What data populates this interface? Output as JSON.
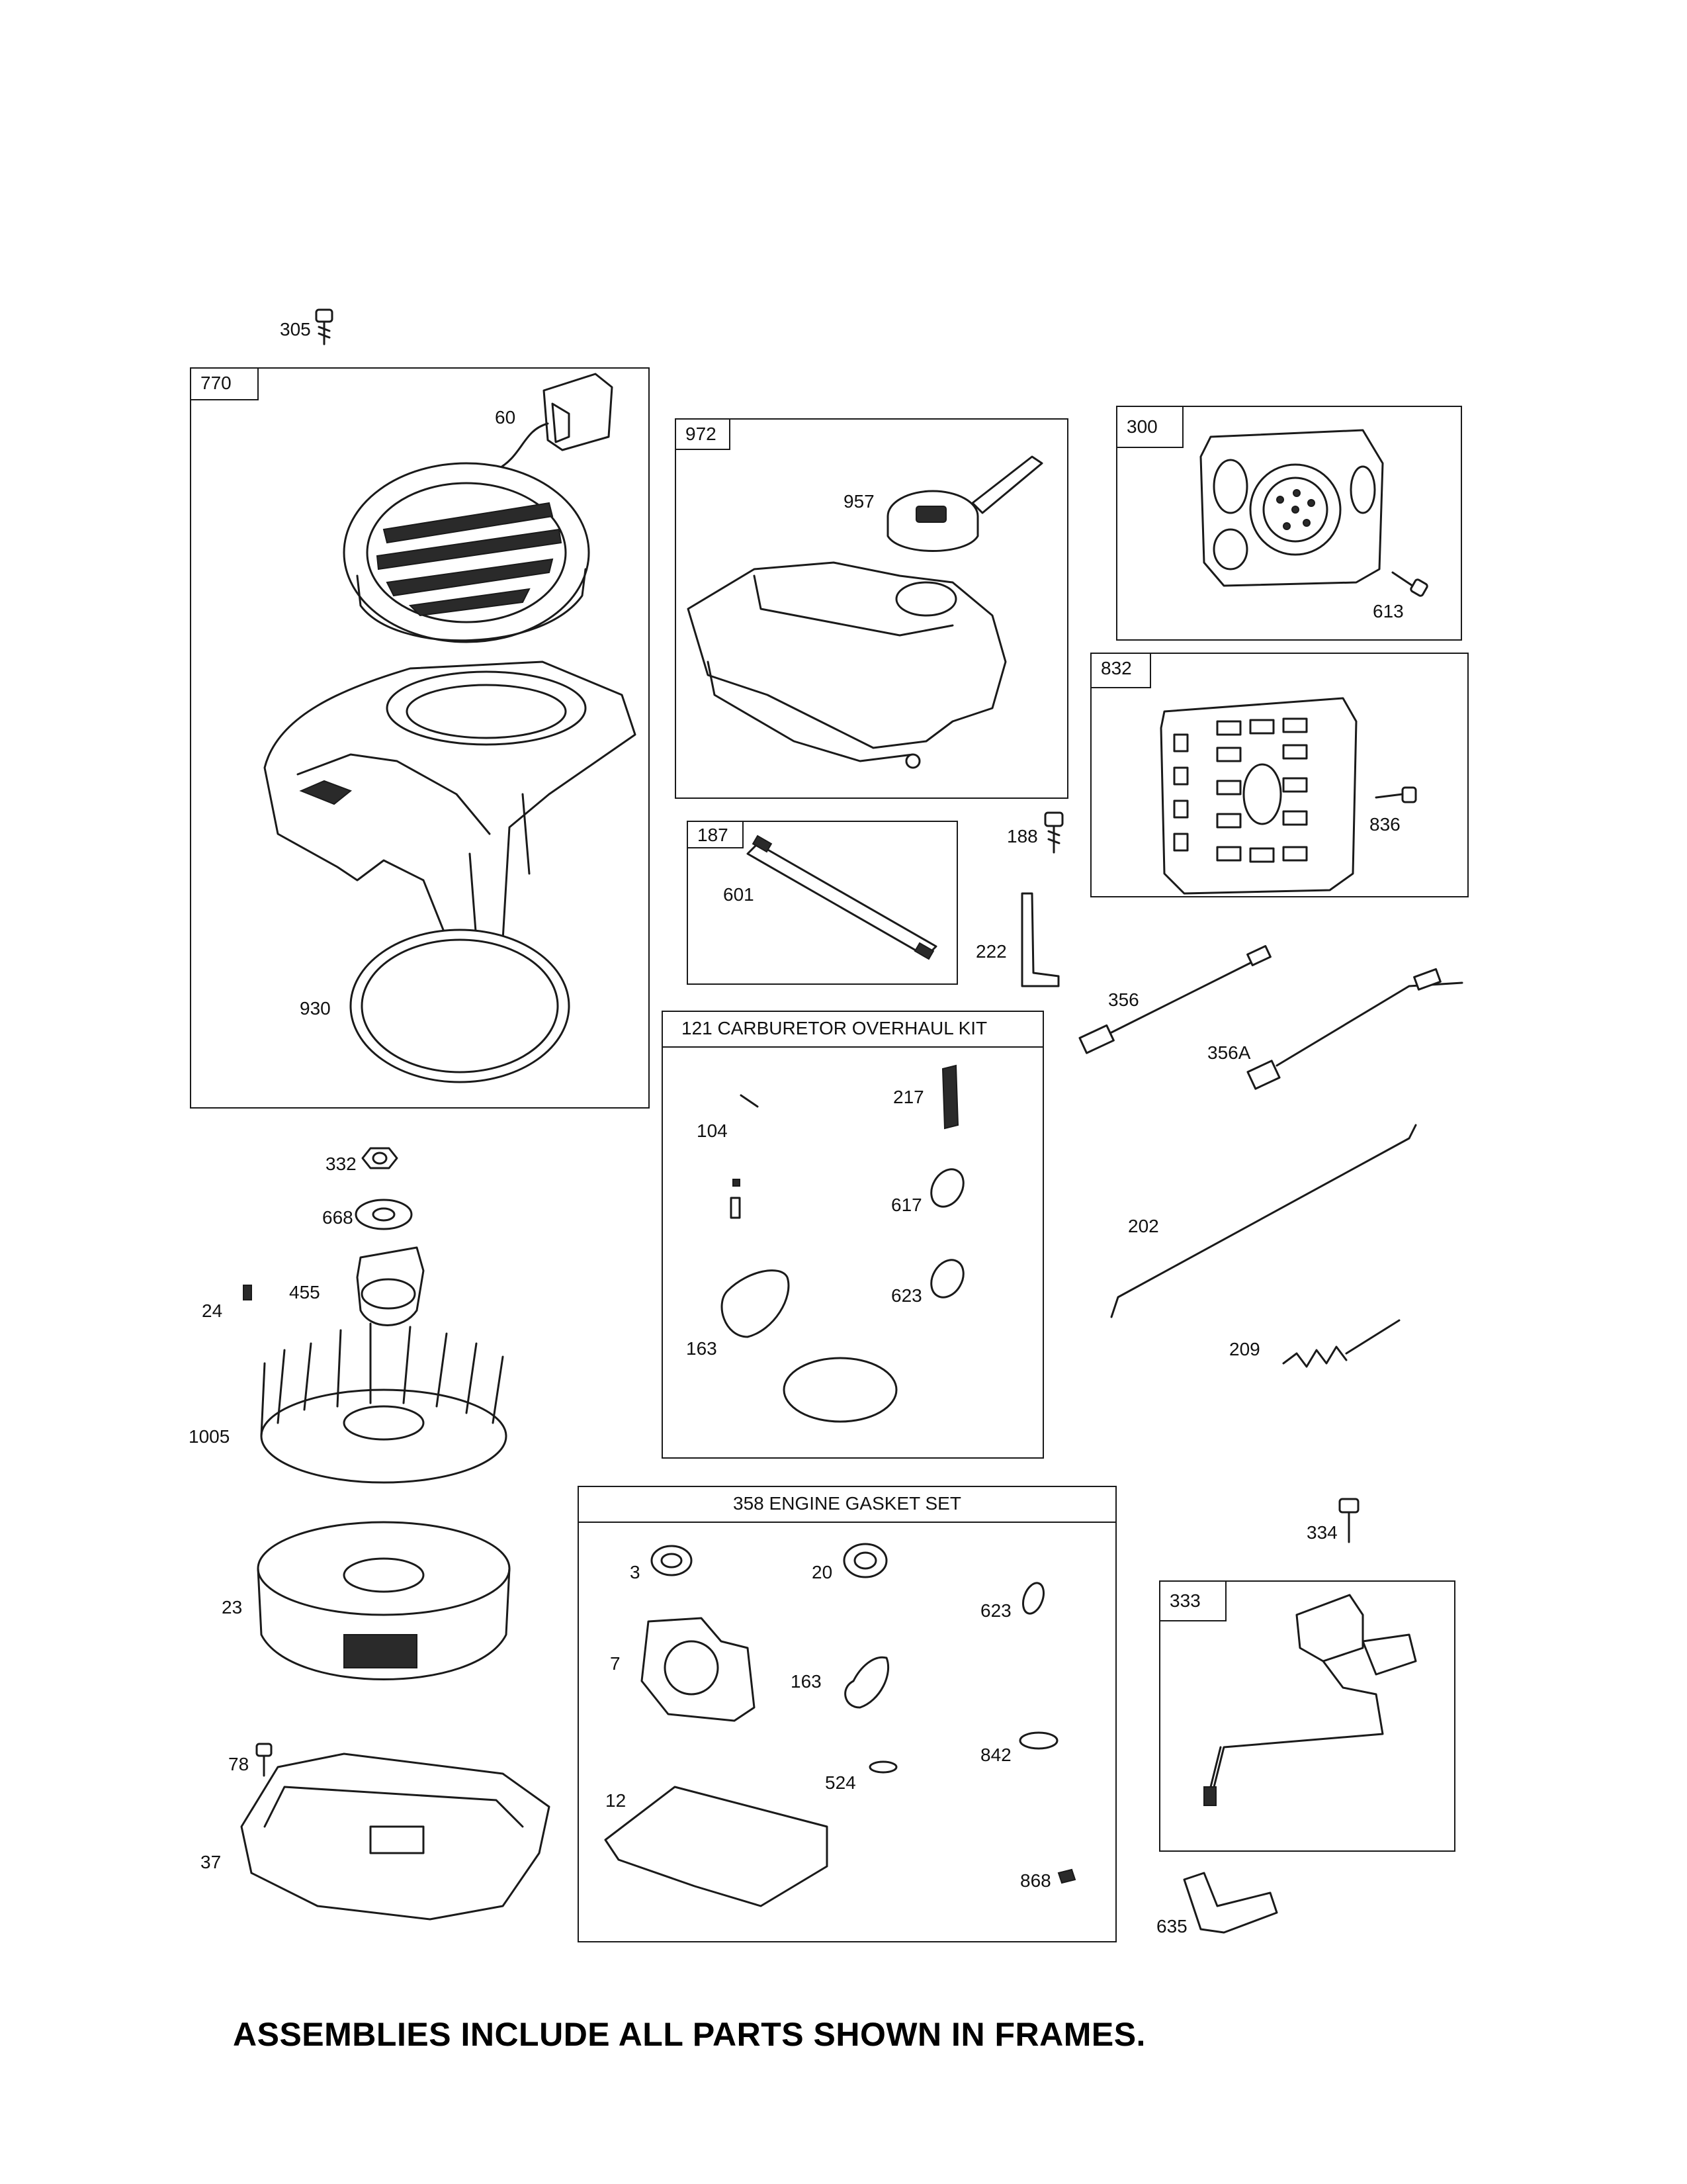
{
  "footer": "ASSEMBLIES INCLUDE ALL PARTS SHOWN IN FRAMES.",
  "frames": {
    "f770": "770",
    "f972": "972",
    "f300": "300",
    "f832": "832",
    "f187": "187",
    "f121": "121 CARBURETOR OVERHAUL KIT",
    "f358": "358 ENGINE GASKET SET",
    "f333": "333"
  },
  "callouts": {
    "c305": "305",
    "c60": "60",
    "c930": "930",
    "c957": "957",
    "c613": "613",
    "c836": "836",
    "c188": "188",
    "c601": "601",
    "c222": "222",
    "c356": "356",
    "c356a": "356A",
    "c217": "217",
    "c104": "104",
    "c617": "617",
    "c623a": "623",
    "c163a": "163",
    "c202": "202",
    "c209": "209",
    "c332": "332",
    "c668": "668",
    "c455": "455",
    "c24": "24",
    "c1005": "1005",
    "c23": "23",
    "c78": "78",
    "c37": "37",
    "c3": "3",
    "c20": "20",
    "c623b": "623",
    "c7": "7",
    "c163b": "163",
    "c842": "842",
    "c524": "524",
    "c12": "12",
    "c868": "868",
    "c334": "334",
    "c635": "635"
  }
}
